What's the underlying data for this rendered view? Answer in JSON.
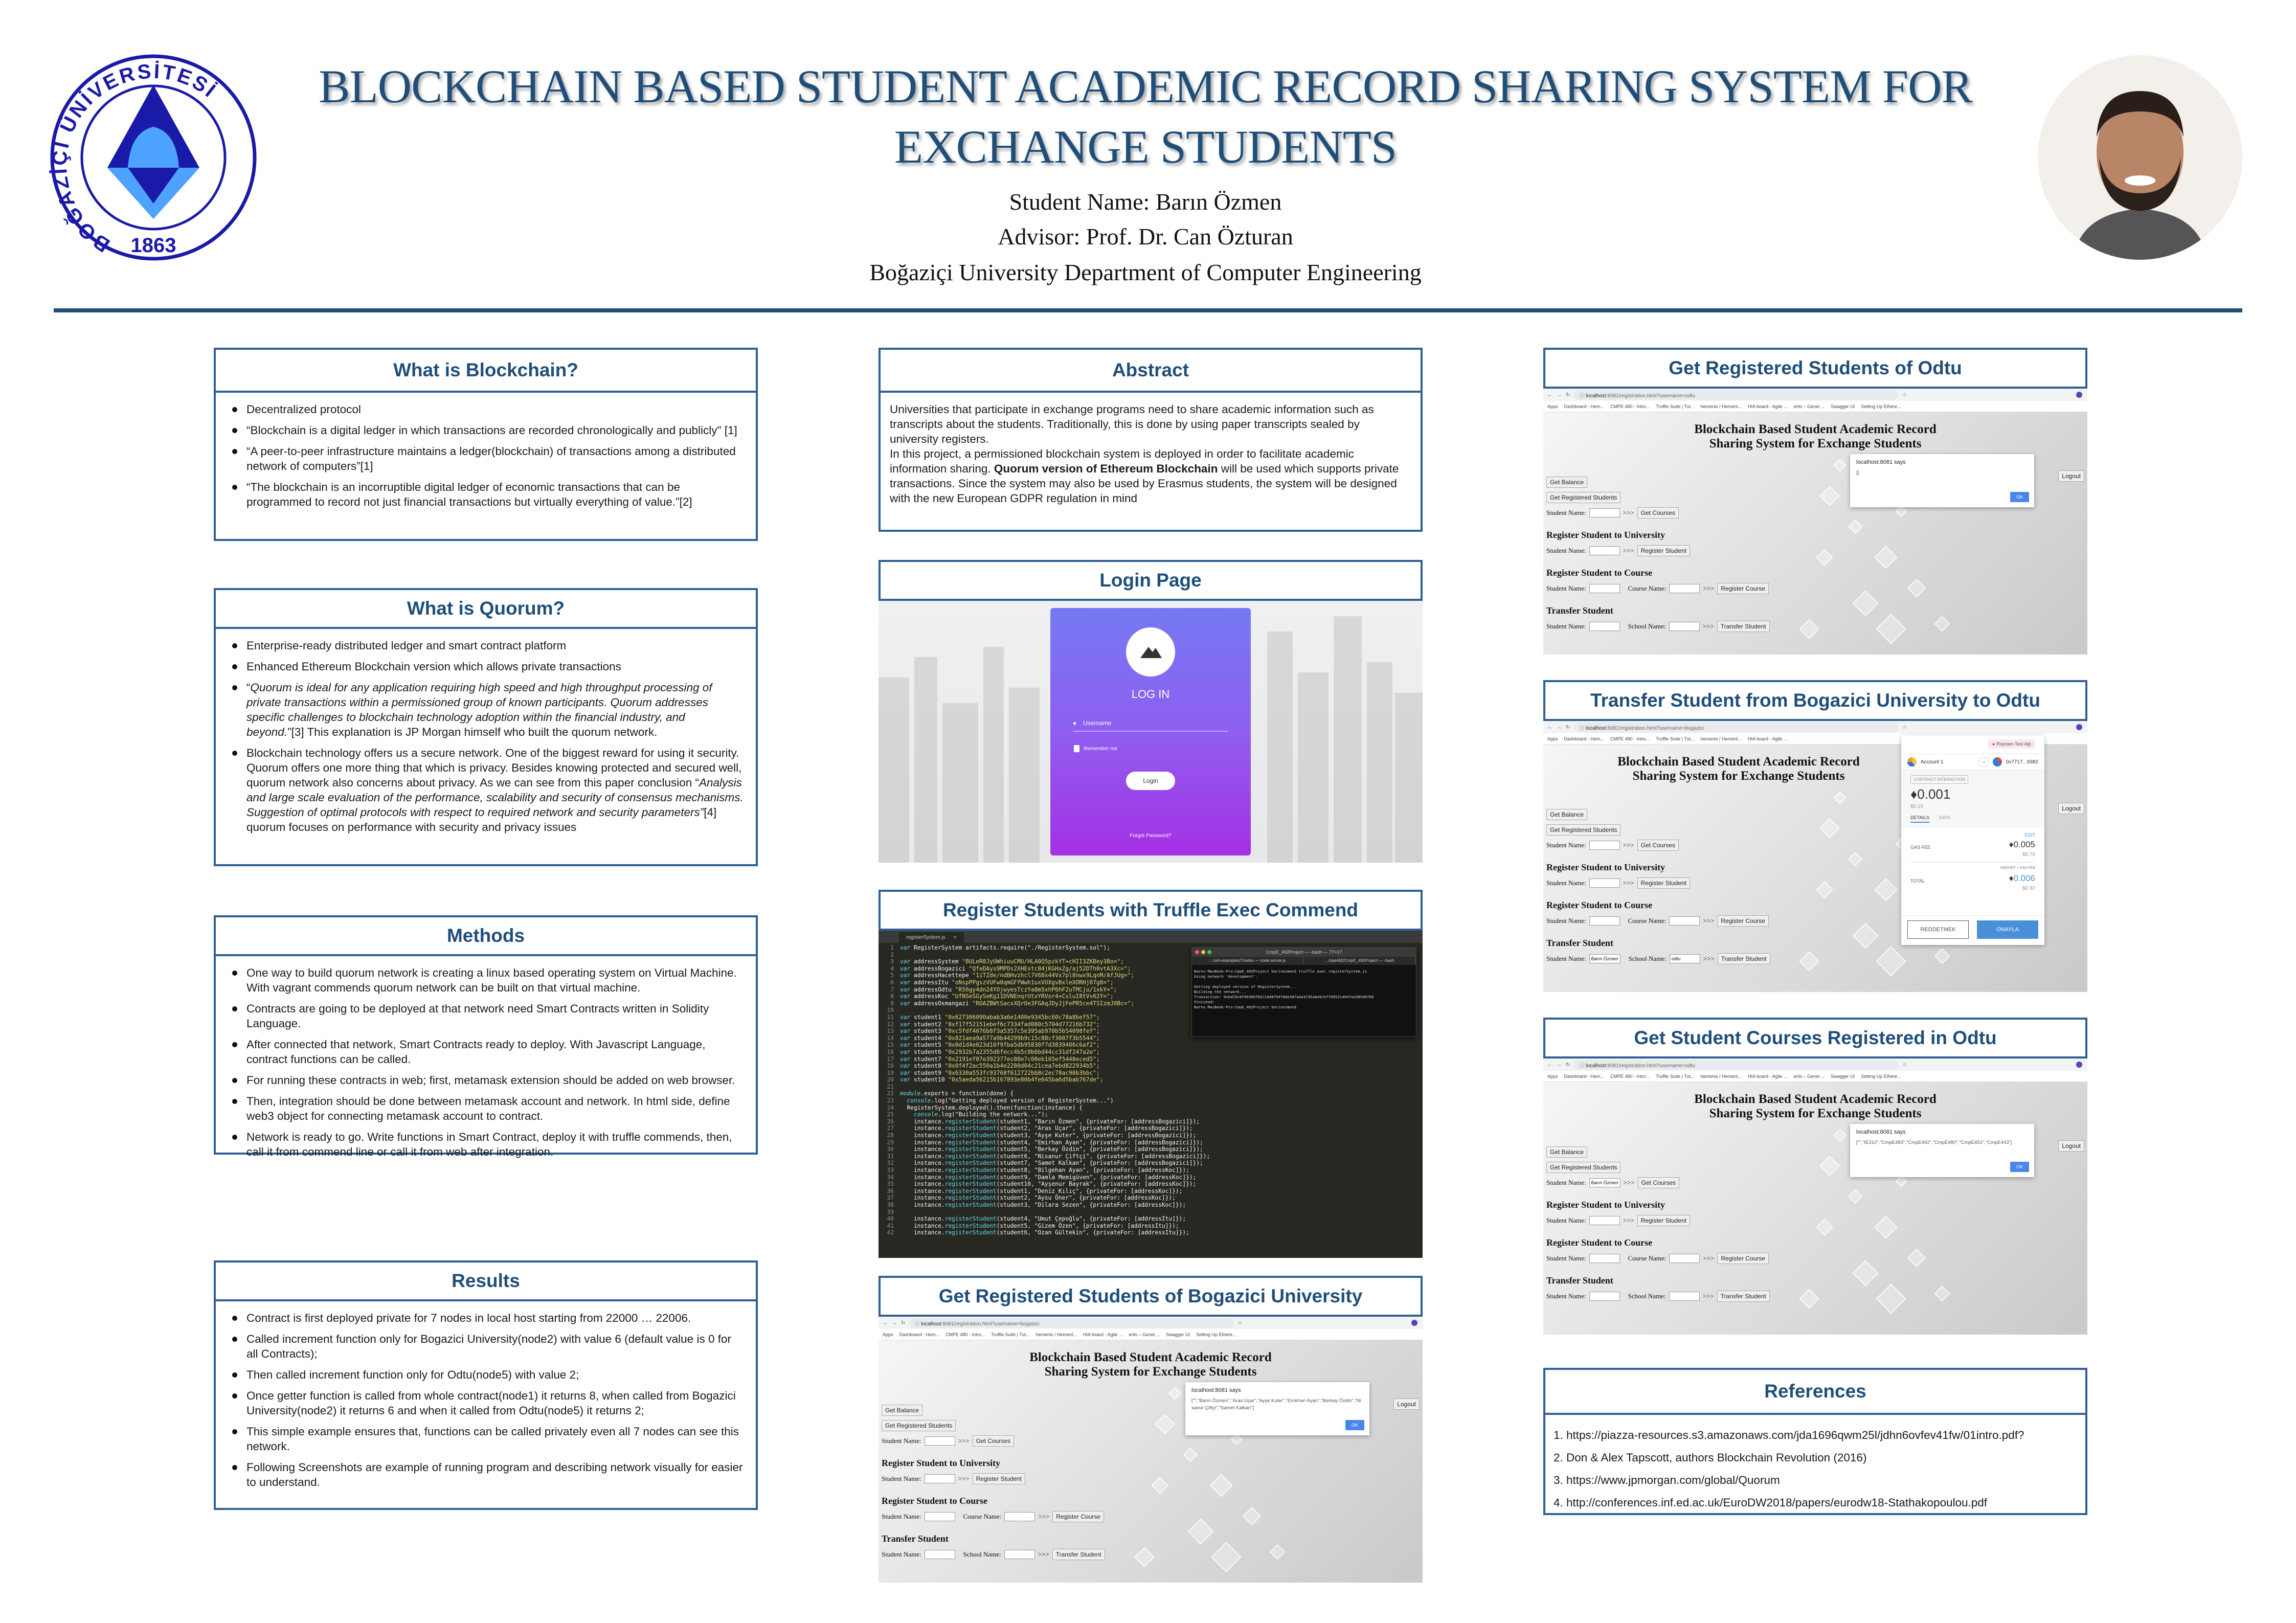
{
  "header": {
    "title": "BLOCKCHAIN BASED STUDENT ACADEMIC RECORD SHARING SYSTEM FOR EXCHANGE STUDENTS",
    "student_line": "Student Name: Barın Özmen",
    "advisor_line": "Advisor: Prof. Dr. Can Özturan",
    "department_line": "Boğaziçi University Department of Computer Engineering",
    "logo": {
      "ring_text": "BOĞAZİÇİ ÜNİVERSİTESİ",
      "year": "1863"
    },
    "accent_color": "#1f4e79"
  },
  "blockchain": {
    "heading": "What is Blockchain?",
    "items": [
      "Decentralized protocol",
      "“Blockchain is a digital ledger in which transactions are recorded chronologically and publicly\" [1]",
      "“A peer-to-peer infrastructure maintains a ledger(blockchain) of transactions among a distributed network of computers”[1]",
      "“The blockchain is an incorruptible digital ledger of economic transactions that can be programmed to record not just financial transactions but virtually everything of value.”[2]"
    ]
  },
  "quorum": {
    "heading": "What is Quorum?",
    "item1": "Enterprise-ready distributed ledger and smart contract platform",
    "item2": "Enhanced Ethereum Blockchain version which allows private transactions",
    "item3_quote": "Quorum is ideal for any application requiring high speed and high throughput processing of private transactions within a permissioned group of known participants. Quorum addresses specific challenges to blockchain technology adoption within the financial industry, and beyond.",
    "item3_rest": "”[3] This explanation is JP Morgan himself who built the quorum network.",
    "item4_start": "Blockchain technology offers us a secure network. One of the biggest reward for using it security. Quorum offers one more thing that which is privacy. Besides knowing protected and secured well, quorum network also concerns about privacy. As we can see from this paper conclusion “",
    "item4_quote": "Analysis and large scale evaluation of the performance, scalability and security of consensus mechanisms. Suggestion of optimal protocols with respect to required network and security parameters”",
    "item4_end": "[4] quorum focuses on performance with security and privacy issues"
  },
  "methods": {
    "heading": "Methods",
    "items": [
      "One way to build quorum network is creating a linux based operating system on Virtual Machine. With vagrant commends quorum network can be built on that virtual machine.",
      "Contracts are going to be deployed at that network need Smart Contracts written in Solidity Language.",
      "After connected that network, Smart Contracts ready to deploy. With Javascript Language, contract functions can be called.",
      "For running these contracts in web; first, metamask extension should be added on web browser.",
      "Then, integration should be done between metamask account and network. In html side, define web3 object for connecting metamask account to contract.",
      "Network is ready to go. Write functions in Smart Contract, deploy it with truffle commends, then, call it from commend line or call it from web after integration."
    ]
  },
  "results": {
    "heading": "Results",
    "items": [
      "Contract is first deployed private for 7 nodes in local host starting from 22000 … 22006.",
      "Called increment function only for Bogazici University(node2) with value 6 (default value is 0 for all Contracts);",
      "Then called increment function only for Odtu(node5) with value 2;",
      "Once getter function is called from whole contract(node1) it returns 8, when called from Bogazici University(node2) it returns 6 and when it called from Odtu(node5) it returns 2;",
      "This simple example ensures that, functions can be called privately even all 7 nodes can see this network.",
      "Following Screenshots are example of running program and describing network visually for easier to understand."
    ]
  },
  "abstract": {
    "heading": "Abstract",
    "p1": "Universities that participate in exchange programs need to share academic information such as transcripts about the students. Traditionally, this is done by using paper transcripts sealed by university registers.",
    "p2_start": "In this project, a permissioned blockchain system is deployed in order to facilitate academic information sharing. ",
    "p2_bold": "Quorum version of Ethereum Blockchain",
    "p2_end": " will be used which supports private transactions. Since the system may also be used by Erasmus students, the system will be designed with the new European GDPR  regulation in mind"
  },
  "login": {
    "heading": "Login Page",
    "card_title": "LOG IN",
    "username_placeholder": "Username",
    "remember_label": "Remember me",
    "login_button": "Login",
    "forgot_link": "Forgot Password?",
    "gradient_top": "#7579f3",
    "gradient_bottom": "#a530e4"
  },
  "truffle": {
    "heading": "Register Students with Truffle Exec Commend",
    "editor_tab": "registerSystem.js",
    "code_lines": [
      {
        "n": "1",
        "kw": "var",
        "name": " RegisterSystem ",
        "rest": "artifacts.require(\"./RegisterSystem.sol\");"
      },
      {
        "n": "2"
      },
      {
        "n": "3",
        "kw": "var",
        "name": " addressSystem ",
        "str": "\"BULeR8JyUWhiuuCMU/HLA0Q5pzkYT+cHII3ZKBey3Bo=\";"
      },
      {
        "n": "4",
        "kw": "var",
        "name": " addressBogazici ",
        "str": "\"QfeDAys9MPDs2XHExtc84jKGHxZg/aj52DTh0vtA3Xc=\";"
      },
      {
        "n": "5",
        "kw": "var",
        "name": " addressHacettepe ",
        "str": "\"1iTZde/ndBHvzhcl7V68x44Vx7pl8nwx9LqnM/AfJUg=\";"
      },
      {
        "n": "6",
        "kw": "var",
        "name": " addressItu ",
        "str": "\"oNspPPgszVUFw0qmGFfWwh1uxVUXgvBxleXORHj07g8=\";"
      },
      {
        "n": "7",
        "kw": "var",
        "name": " addressOdtu ",
        "str": "\"R56gy4dn24YOjwyesTczYa8m5xhP6hF2uTMCju/1xkY=\";"
      },
      {
        "n": "8",
        "kw": "var",
        "name": " addressKoc ",
        "str": "\"UfNSeSGySeKg11DVNEnqrUtxYRVor4+CvluI8tVv62Y=\";"
      },
      {
        "n": "9",
        "kw": "var",
        "name": " addressOsmangazi ",
        "str": "\"ROAZBWtSacxXQrOe3FGAqJDyJjFePR5ce4TSIzmJ0Bc=\";"
      },
      {
        "n": "10"
      },
      {
        "n": "11",
        "kw": "var",
        "name": " student1 ",
        "str": "\"0x627306090abab3a6e1400e9345bc60c78a8bef57\";"
      },
      {
        "n": "12",
        "kw": "var",
        "name": " student2 ",
        "str": "\"0xf17f52151ebef6c7334fad080c5704d77216b732\";"
      },
      {
        "n": "13",
        "kw": "var",
        "name": " student3 ",
        "str": "\"0xc5fdf4076b8f3a5357c5e395ab970b5b54098fef\";"
      },
      {
        "n": "14",
        "kw": "var",
        "name": " student4 ",
        "str": "\"0x821aea9a577a9b44299b9c15c88cf3087f3b5544\";"
      },
      {
        "n": "15",
        "kw": "var",
        "name": " student5 ",
        "str": "\"0x0d1d4e623d10f9fba5db95830f7d3839406c6af2\";"
      },
      {
        "n": "16",
        "kw": "var",
        "name": " student6 ",
        "str": "\"0x2932b7a2355d6fecc4b5c0b6bd44cc31df247a2e\";"
      },
      {
        "n": "17",
        "kw": "var",
        "name": " student7 ",
        "str": "\"0x2191ef87e392377ec08e7c08eb105ef5448eced5\";"
      },
      {
        "n": "18",
        "kw": "var",
        "name": " student8 ",
        "str": "\"0x0f4f2ac550a1b4e2280d04c21cea7ebd822934b5\";"
      },
      {
        "n": "19",
        "kw": "var",
        "name": " student9 ",
        "str": "\"0x6330a553fc93768f612722bb8c2ec78ac90b3bbc\";"
      },
      {
        "n": "20",
        "kw": "var",
        "name": " student10 ",
        "str": "\"0x5aeda56215b167893e80b4fe645ba6d5bab767de\";"
      },
      {
        "n": "21"
      },
      {
        "n": "22",
        "kw": "module",
        "rest": ".exports = function(done) {"
      },
      {
        "n": "23",
        "indent": "  ",
        "kw": "console",
        "rest": ".log(\"Getting deployed version of RegisterSystem...\")"
      },
      {
        "n": "24",
        "indent": "  ",
        "name": "RegisterSystem",
        "rest": ".deployed().then(function(instance) {"
      },
      {
        "n": "25",
        "indent": "    ",
        "kw": "console",
        "rest": ".log(\"Building the network...\");"
      },
      {
        "n": "26",
        "indent": "    ",
        "name": "instance.",
        "fn": "registerStudent",
        "rest": "(student1, \"Barın Özmen\", {privateFor: [addressBogazici]});"
      },
      {
        "n": "27",
        "indent": "    ",
        "name": "instance.",
        "fn": "registerStudent",
        "rest": "(student2, \"Aras Uçar\", {privateFor: [addressBogazici]});"
      },
      {
        "n": "28",
        "indent": "    ",
        "name": "instance.",
        "fn": "registerStudent",
        "rest": "(student3, \"Ayşe Kuter\", {privateFor: [addressBogazici]});"
      },
      {
        "n": "29",
        "indent": "    ",
        "name": "instance.",
        "fn": "registerStudent",
        "rest": "(student4, \"Emirhan Ayan\", {privateFor: [addressBogazici]});"
      },
      {
        "n": "30",
        "indent": "    ",
        "name": "instance.",
        "fn": "registerStudent",
        "rest": "(student5, \"Berkay Özdin\", {privateFor: [addressBogazici]});"
      },
      {
        "n": "31",
        "indent": "    ",
        "name": "instance.",
        "fn": "registerStudent",
        "rest": "(student6, \"Nisanur Çiftçi\", {privateFor: [addressBogazici]});"
      },
      {
        "n": "32",
        "indent": "    ",
        "name": "instance.",
        "fn": "registerStudent",
        "rest": "(student7, \"Samet Kalkan\", {privateFor: [addressBogazici]});"
      },
      {
        "n": "33",
        "indent": "    ",
        "name": "instance.",
        "fn": "registerStudent",
        "rest": "(student8, \"Bilgehan Ayan\", {privateFor: [addressKoc]});"
      },
      {
        "n": "34",
        "indent": "    ",
        "name": "instance.",
        "fn": "registerStudent",
        "rest": "(student9, \"Damla Memigüven\", {privateFor: [addressKoc]});"
      },
      {
        "n": "35",
        "indent": "    ",
        "name": "instance.",
        "fn": "registerStudent",
        "rest": "(student10, \"Ayşenur Bayrak\", {privateFor: [addressKoc]});"
      },
      {
        "n": "36",
        "indent": "    ",
        "name": "instance.",
        "fn": "registerStudent",
        "rest": "(student1, \"Deniz Kılıç\", {privateFor: [addressKoc]});"
      },
      {
        "n": "37",
        "indent": "    ",
        "name": "instance.",
        "fn": "registerStudent",
        "rest": "(student2, \"Aysu Öner\", {privateFor: [addressKoc]});"
      },
      {
        "n": "38",
        "indent": "    ",
        "name": "instance.",
        "fn": "registerStudent",
        "rest": "(student3, \"Dilara Sezen\", {privateFor: [addressKoc]});"
      },
      {
        "n": "39"
      },
      {
        "n": "40",
        "indent": "    ",
        "name": "instance.",
        "fn": "registerStudent",
        "rest": "(student4, \"Umut Çepoğlu\", {privateFor: [addressItu]});"
      },
      {
        "n": "41",
        "indent": "    ",
        "name": "instance.",
        "fn": "registerStudent",
        "rest": "(student5, \"Gizem Özen\", {privateFor: [addressItu]});"
      },
      {
        "n": "42",
        "indent": "    ",
        "name": "instance.",
        "fn": "registerStudent",
        "rest": "(student6, \"Ozan Gültekin\", {privateFor: [addressItu]});"
      }
    ],
    "terminal": {
      "title": "CmpE_492Project — -bash — 77×17",
      "tab1": "...rum-examples/7nodes — node server.js",
      "tab2": "...mpe492/CmpE_492Project — -bash",
      "output": "Barns-MacBook-Pro:CmpE_492Project barinozmen$ truffle exec registerSystem.js\nUsing network 'development'.\n\nGetting deployed version of RegisterSystem...\nBuilding the network...\nTransaction: 0xbd19c8746306f02c2d48794f86e587ada47d5a8a9cbf76952c4947a2d85d0706\nFinished!\nBarns-MacBook-Pro:CmpE_492Project barinozmen$"
    }
  },
  "webapp": {
    "page_title_line1": "Blockchain Based Student Academic Record",
    "page_title_line2": "Sharing System for Exchange Students",
    "bookmarks": [
      "Apps",
      "Dashboard - Hem...",
      "CMPE 480 - Intro...",
      "Truffle Suite | Tut...",
      "hemenis / HemenI...",
      "HIA board - Agile ...",
      "enls – Genel ...",
      "Swagger UI",
      "Setting Up Ethere..."
    ],
    "get_balance": "Get Balance",
    "get_registered": "Get Registered Students",
    "student_name_label": "Student Name:",
    "course_name_label": "Course Name:",
    "school_name_label": "School Name:",
    "arrow": ">>>",
    "get_courses": "Get Courses",
    "register_student_heading": "Register Student to University",
    "register_student_button": "Register Student",
    "register_course_heading": "Register Student to Course",
    "register_course_button": "Register Course",
    "transfer_heading": "Transfer Student",
    "transfer_button": "Transfer Student",
    "logout": "Logout",
    "alert_title": "localhost:8081 says",
    "ok": "OK",
    "url_host": "localhost",
    "url_path_bogazici": ":8081/registration.html?username=bogazici",
    "url_path_odtu": ":8081/registration.html?username=odtu"
  },
  "shot_bogazici": {
    "heading": "Get Registered Students of Bogazici University",
    "alert_message": "[\"\",\"Barın Özmen\",\"Aras Uçar\",\"Ayşe Kuter\",\"Emirhan Ayan\",\"Berkay Özdin\",\"Nisanur Çiftçi\",\"Samet Kalkan\"]"
  },
  "shot_odtu": {
    "heading": "Get Registered Students of Odtu",
    "alert_message": "[]"
  },
  "shot_transfer": {
    "heading": "Transfer Student from Bogazici University to Odtu",
    "student_value": "Barın Özmen",
    "school_value": "odtu",
    "metamask": {
      "network": "Ropsten Test Ağı",
      "account": "Account 1",
      "to_address": "0x7717...9382",
      "badge": "CONTRACT INTERACTION",
      "amount": "0.001",
      "amount_usd": "$0.15",
      "tab_details": "DETAILS",
      "tab_data": "DATA",
      "edit": "EDIT",
      "gas_label": "GAS FEE",
      "gas_value": "0.005",
      "gas_usd": "$0.76",
      "total_caption": "AMOUNT + GAS FEE",
      "total_label": "TOTAL",
      "total_value": "0.006",
      "total_usd": "$0.92",
      "reject": "REDDETMEK",
      "confirm": "ONAYLA"
    }
  },
  "shot_courses": {
    "heading": "Get Student Courses Registered in Odtu",
    "student_value": "Barın Özmen",
    "alert_message": "[\"\",\"IE310\",\"CmpE483\",\"CmpE492\",\"CmpE480\",\"CmpE451\",\"CmpE443\"]"
  },
  "references": {
    "heading": "References",
    "items": [
      "1. https://piazza-resources.s3.amazonaws.com/jda1696qwm25l/jdhn6ovfev41fw/01intro.pdf?",
      "2. Don & Alex Tapscott, authors Blockchain Revolution (2016)",
      "3. https://www.jpmorgan.com/global/Quorum",
      "4. http://conferences.inf.ed.ac.uk/EuroDW2018/papers/eurodw18-Stathakopoulou.pdf"
    ]
  }
}
